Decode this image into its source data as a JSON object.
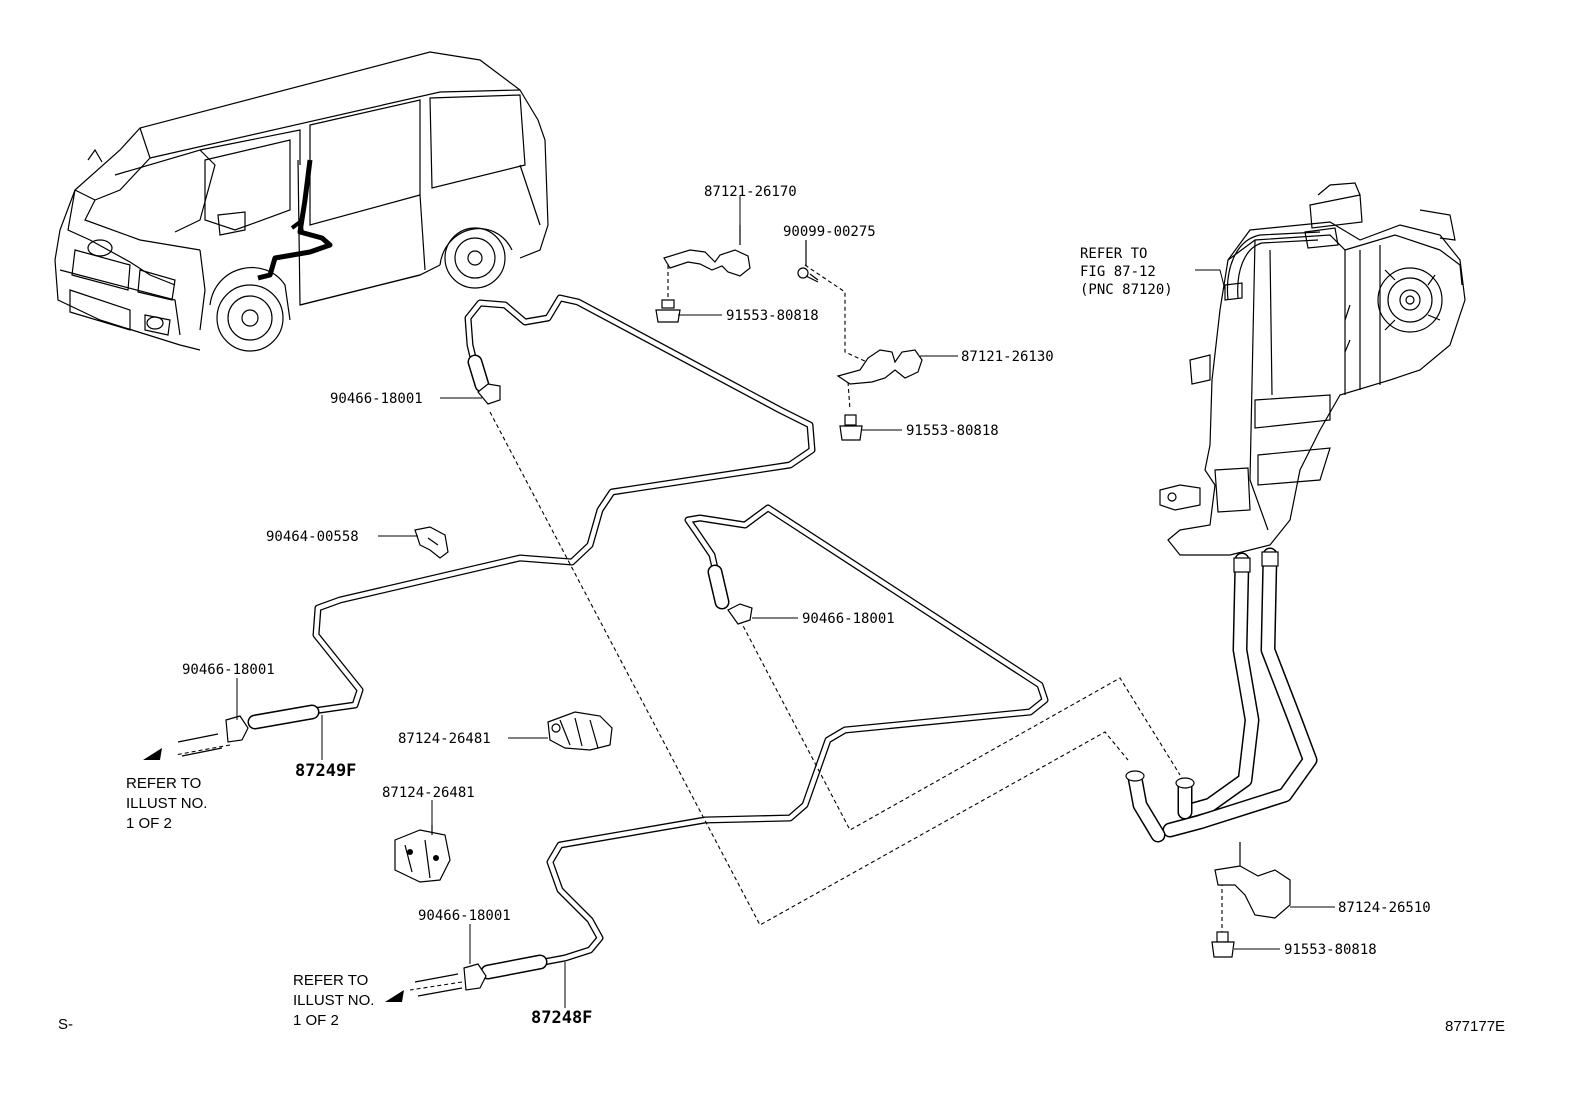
{
  "labels": {
    "c_87121_26170": "87121-26170",
    "c_90099_00275": "90099-00275",
    "c_91553_80818_a": "91553-80818",
    "c_87121_26130": "87121-26130",
    "c_91553_80818_b": "91553-80818",
    "c_90466_18001_a": "90466-18001",
    "c_90464_00558": "90464-00558",
    "c_90466_18001_b": "90466-18001",
    "c_90466_18001_c": "90466-18001",
    "c_87124_26481_a": "87124-26481",
    "c_87124_26481_b": "87124-26481",
    "c_90466_18001_d": "90466-18001",
    "c_87124_26510": "87124-26510",
    "c_91553_80818_c": "91553-80818"
  },
  "pipes": {
    "p_87249F": "87249F",
    "p_87248F": "87248F"
  },
  "refer_fig": [
    "REFER TO",
    "FIG 87-12",
    "(PNC 87120)"
  ],
  "refer_illust_1": [
    "REFER TO",
    "ILLUST NO.",
    "1 OF 2"
  ],
  "refer_illust_2": [
    "REFER TO",
    "ILLUST NO.",
    "1 OF 2"
  ],
  "footer": {
    "left": "S-",
    "right": "877177E"
  }
}
